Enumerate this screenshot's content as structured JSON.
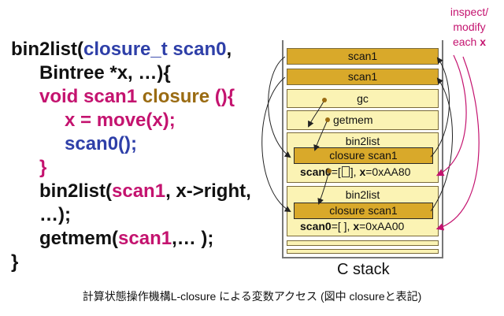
{
  "code": {
    "line1": {
      "a": "bin2list(",
      "b": "closure_t scan0",
      "c": ","
    },
    "line2": {
      "a": "Bintree *x, …){"
    },
    "line3": {
      "a": "void scan1 ",
      "b": "closure",
      "c": " (){"
    },
    "line4": {
      "a": "x = move(x);"
    },
    "line5": {
      "a": "scan0();"
    },
    "line6": {
      "a": "}"
    },
    "line7": {
      "a": "bin2list(",
      "b": "scan1",
      "c": ", x->right,"
    },
    "line8": {
      "a": "…);"
    },
    "line9": {
      "a": "getmem(",
      "b": "scan1",
      "c": ",… );"
    },
    "line10": {
      "a": "}"
    }
  },
  "stack": {
    "frames": [
      {
        "label": "scan1"
      },
      {
        "label": "scan1"
      },
      {
        "label": "gc"
      },
      {
        "label": "getmem"
      },
      {
        "label": "bin2list",
        "inner": "closure scan1",
        "scan_key": "scan0",
        "scan_val": "=[",
        "scan_val2": "], ",
        "x_key": "x",
        "x_val": "=0xAA80"
      },
      {
        "label": "bin2list",
        "inner": "closure scan1",
        "scan_key": "scan0",
        "scan_val": "=[ ], ",
        "x_key": "x",
        "x_val": "=0xAA00"
      }
    ],
    "label": "C stack"
  },
  "annotation": {
    "line1": "inspect/",
    "line2": "modify",
    "line3": "each ",
    "line3_bold": "x"
  },
  "caption": "計算状態操作機構L-closure による変数アクセス (図中 closureと表記)",
  "colors": {
    "blue": "#2e3fa8",
    "magenta": "#c4136f",
    "gold": "#9a6b12",
    "frame_dark": "#d9a92a",
    "frame_light": "#fbf3b4"
  }
}
